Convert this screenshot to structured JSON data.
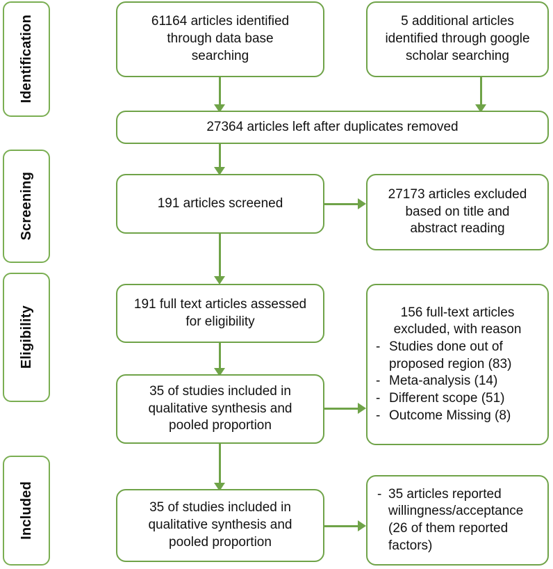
{
  "diagram": {
    "title": "PRISMA flow diagram",
    "accent_color": "#6FA348",
    "stage_border_color": "#7AAE52",
    "background_color": "#FFFFFF",
    "text_color": "#111111"
  },
  "stages": [
    {
      "id": "identification",
      "label": "Identification"
    },
    {
      "id": "screening",
      "label": "Screening"
    },
    {
      "id": "eligibility",
      "label": "Eligibility"
    },
    {
      "id": "included",
      "label": "Included"
    }
  ],
  "boxes": {
    "database_search": {
      "line1": "61164 articles identified",
      "line2": "through data base",
      "line3": "searching"
    },
    "additional_search": {
      "line1": "5 additional articles",
      "line2": "identified through google",
      "line3": "scholar searching"
    },
    "duplicates_removed": {
      "line1": "27364 articles left after duplicates removed"
    },
    "screened": {
      "line1": "191 articles screened"
    },
    "excluded_title_abstract": {
      "line1": "27173 articles excluded",
      "line2": "based on title and",
      "line3": "abstract reading"
    },
    "full_text_assessed": {
      "line1": "191 full text articles assessed",
      "line2": "for eligibility"
    },
    "excluded_with_reason": {
      "head1": "156 full-text articles",
      "head2": "excluded, with reason",
      "dash": "-",
      "reasons": [
        {
          "line1": "Studies done out of",
          "line2": "proposed region (83)"
        },
        {
          "line1": "Meta-analysis (14)",
          "line2": ""
        },
        {
          "line1": "Different scope (51)",
          "line2": ""
        },
        {
          "line1": "Outcome Missing (8)",
          "line2": ""
        }
      ]
    },
    "included_qualitative": {
      "line1": "35 of studies included in",
      "line2": "qualitative synthesis and",
      "line3": "pooled proportion"
    },
    "included_qualitative_2": {
      "line1": "35 of studies included in",
      "line2": "qualitative synthesis and",
      "line3": "pooled proportion"
    },
    "reported_outcomes": {
      "dash": "-",
      "line1": "35 articles reported",
      "line2": "willingness/acceptance",
      "line3": "(26 of them reported",
      "line4": "factors)"
    }
  }
}
